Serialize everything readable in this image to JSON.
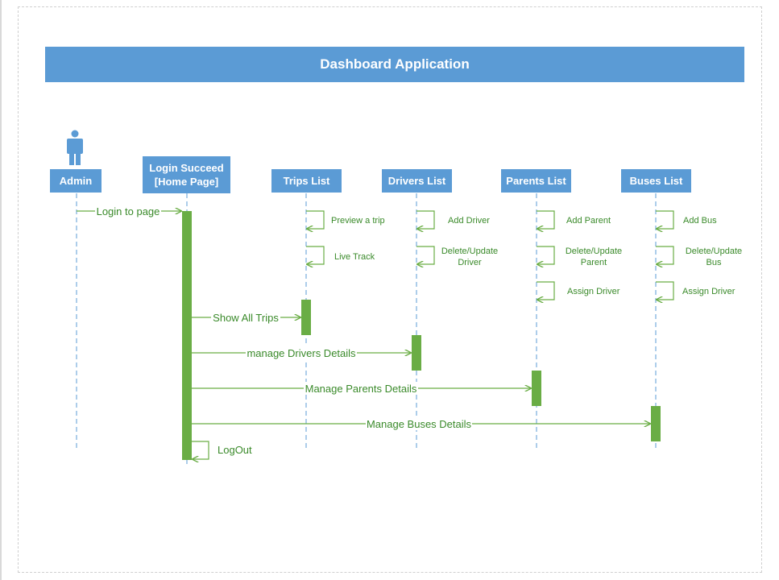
{
  "title": "Dashboard Application",
  "actors": {
    "admin": "Admin",
    "login_line1": "Login Succeed",
    "login_line2": "[Home Page]",
    "trips": "Trips List",
    "drivers": "Drivers List",
    "parents": "Parents List",
    "buses": "Buses List"
  },
  "messages": {
    "login_to_page": "Login to page",
    "show_all_trips": "Show All Trips",
    "manage_drivers": "manage Drivers Details",
    "manage_parents": "Manage Parents Details",
    "manage_buses": "Manage Buses Details",
    "logout": "LogOut"
  },
  "self_messages": {
    "trips": [
      "Preview a trip",
      "Live Track"
    ],
    "drivers": [
      "Add Driver",
      "Delete/Update",
      "Driver"
    ],
    "parents": [
      "Add Parent",
      "Delete/Update",
      "Parent",
      "Assign Driver"
    ],
    "buses": [
      "Add Bus",
      "Delete/Update",
      "Bus",
      "Assign Driver"
    ]
  },
  "colors": {
    "header_blue": "#5b9bd5",
    "activation_green": "#6aad45",
    "message_green": "#3a8a2a"
  }
}
